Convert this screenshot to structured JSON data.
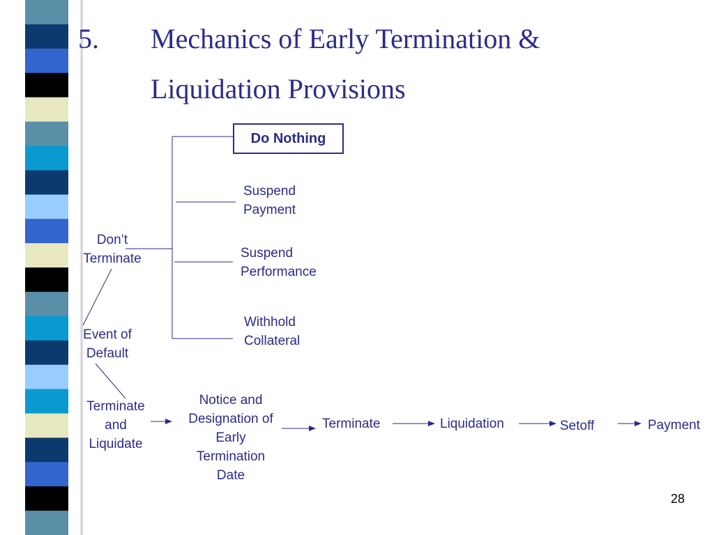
{
  "slide": {
    "number_label": "5.",
    "title_line1": "Mechanics of Early Termination &",
    "title_line2": "Liquidation Provisions",
    "page_number": "28"
  },
  "diagram": {
    "do_nothing": "Do Nothing",
    "suspend_payment": [
      "Suspend",
      "Payment"
    ],
    "suspend_performance": [
      "Suspend",
      "Performance"
    ],
    "withhold_collateral": [
      "Withhold",
      "Collateral"
    ],
    "dont_terminate": [
      "Don’t",
      "Terminate"
    ],
    "event_of_default": [
      "Event of",
      "Default"
    ],
    "terminate_and_liquidate": [
      "Terminate",
      "and",
      "Liquidate"
    ],
    "notice": [
      "Notice and",
      "Designation of",
      "Early",
      "Termination",
      "Date"
    ],
    "terminate": "Terminate",
    "liquidation": "Liquidation",
    "setoff": "Setoff",
    "payment": "Payment"
  },
  "colors": {
    "text": "#2b2b8a",
    "stripe": [
      "#5a8fa8",
      "#0d3a6e",
      "#3366cc",
      "#000000",
      "#e8e8c0",
      "#5a8fa8",
      "#0a9ad0",
      "#0d3a6e",
      "#99ccff",
      "#3366cc",
      "#e8e8c0",
      "#000000",
      "#5a8fa8",
      "#0a9ad0",
      "#0d3a6e",
      "#99ccff",
      "#0a9ad0",
      "#e8e8c0",
      "#0d3a6e",
      "#3366cc",
      "#000000",
      "#5a8fa8"
    ]
  }
}
